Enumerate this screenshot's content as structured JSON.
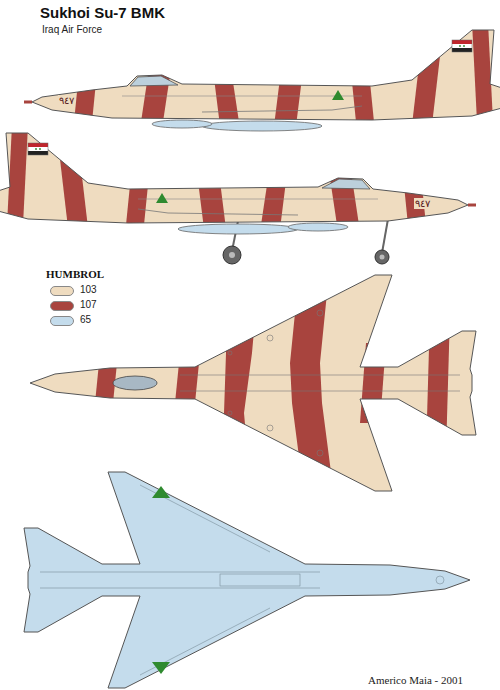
{
  "diagram": {
    "title": "Sukhoi Su-7 BMK",
    "labels": [
      "Iraq Air Force",
      "HUMBROL",
      "٩٤٧",
      "٩٤٧",
      "Americo Maia - 2001"
    ],
    "legend": [
      {
        "text": "103",
        "color": "#efdcc0"
      },
      {
        "text": "107",
        "color": "#a8443e"
      },
      {
        "text": "65",
        "color": "#c4dcec"
      }
    ]
  }
}
